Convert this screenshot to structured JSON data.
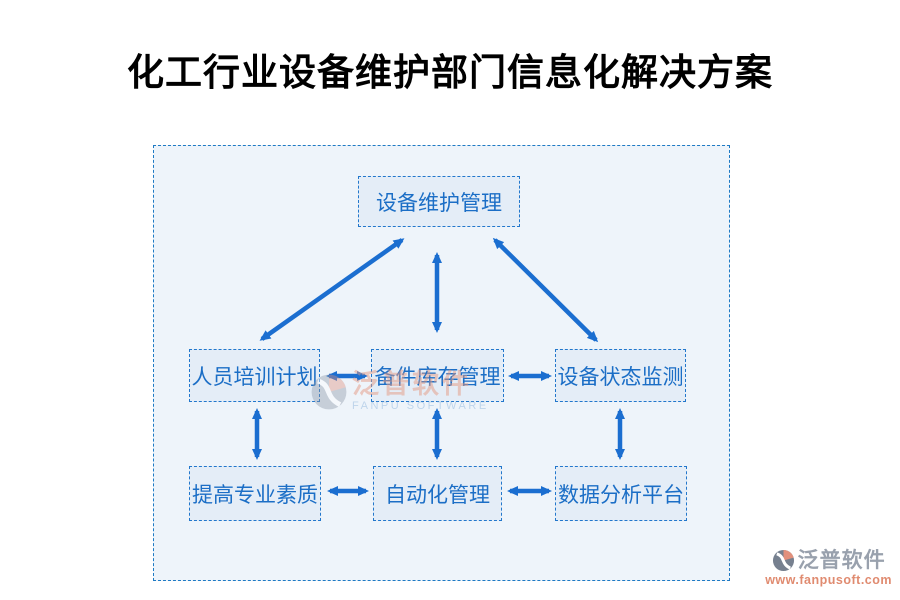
{
  "page": {
    "title": "化工行业设备维护部门信息化解决方案"
  },
  "diagram": {
    "nodes": [
      {
        "id": "equipment-maintenance-management",
        "label": "设备维护管理"
      },
      {
        "id": "personnel-training-plan",
        "label": "人员培训计划"
      },
      {
        "id": "spare-parts-inventory-management",
        "label": "备件库存管理"
      },
      {
        "id": "equipment-status-monitoring",
        "label": "设备状态监测"
      },
      {
        "id": "improve-professional-quality",
        "label": "提高专业素质"
      },
      {
        "id": "automation-management",
        "label": "自动化管理"
      },
      {
        "id": "data-analysis-platform",
        "label": "数据分析平台"
      }
    ],
    "edges": [
      {
        "from": "equipment-maintenance-management",
        "to": "personnel-training-plan",
        "type": "bidirectional"
      },
      {
        "from": "equipment-maintenance-management",
        "to": "spare-parts-inventory-management",
        "type": "bidirectional"
      },
      {
        "from": "equipment-maintenance-management",
        "to": "equipment-status-monitoring",
        "type": "bidirectional"
      },
      {
        "from": "personnel-training-plan",
        "to": "spare-parts-inventory-management",
        "type": "bidirectional"
      },
      {
        "from": "spare-parts-inventory-management",
        "to": "equipment-status-monitoring",
        "type": "bidirectional"
      },
      {
        "from": "personnel-training-plan",
        "to": "improve-professional-quality",
        "type": "bidirectional"
      },
      {
        "from": "spare-parts-inventory-management",
        "to": "automation-management",
        "type": "bidirectional"
      },
      {
        "from": "equipment-status-monitoring",
        "to": "data-analysis-platform",
        "type": "bidirectional"
      },
      {
        "from": "improve-professional-quality",
        "to": "automation-management",
        "type": "bidirectional"
      },
      {
        "from": "automation-management",
        "to": "data-analysis-platform",
        "type": "bidirectional"
      }
    ],
    "colors": {
      "arrow": "#1b6ed0",
      "box_border": "#2277cc",
      "box_fill": "#e4edf7",
      "box_text": "#1b6ec6",
      "container_fill": "#eef4fa",
      "container_border": "#1e7ac4",
      "title_text": "#000000"
    }
  },
  "watermark_center": {
    "logo_text": "泛普软件",
    "logo_subtext": "FANPU SOFTWARE"
  },
  "watermark_corner": {
    "logo_text": "泛普软件",
    "website": "www.fanpusoft.com"
  }
}
